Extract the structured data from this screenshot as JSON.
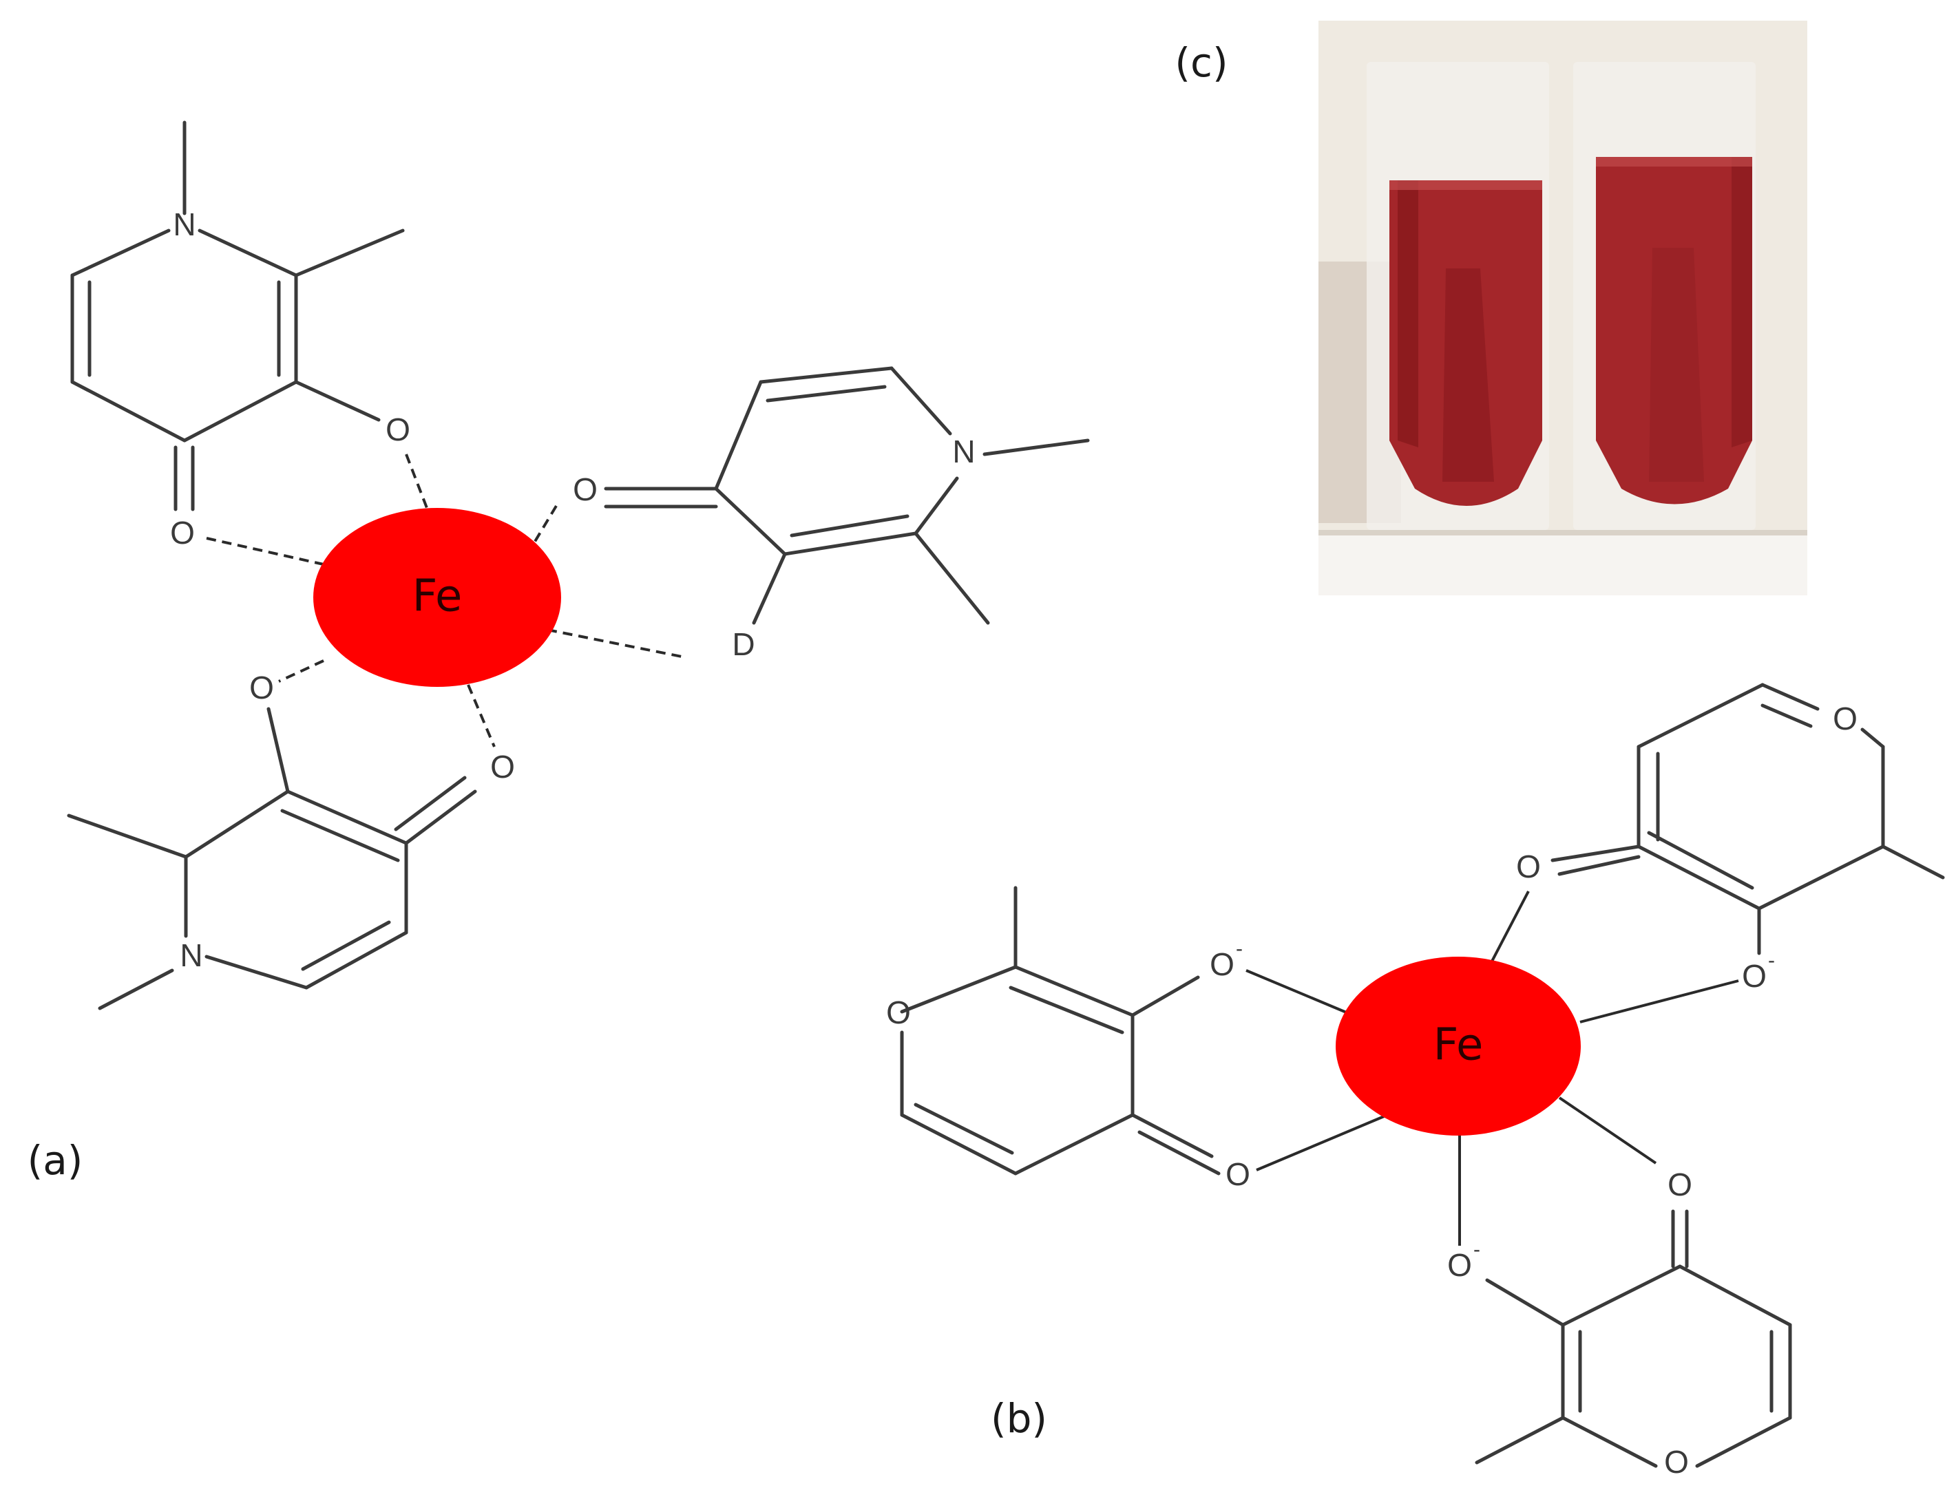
{
  "panels": {
    "a": {
      "label": "(a)",
      "metal": "Fe",
      "atoms": {
        "N": "N",
        "O": "O",
        "D": "D"
      }
    },
    "b": {
      "label": "(b)",
      "metal": "Fe",
      "atoms": {
        "O": "O",
        "O_minus": "O",
        "minus": "-"
      }
    },
    "c": {
      "label": "(c)"
    }
  },
  "colors": {
    "iron": "#ff0000",
    "solution": "#a4262a",
    "solution_dark": "#7e1418",
    "photo_background": "#ece6dd",
    "bond": "#3a3a3a"
  }
}
